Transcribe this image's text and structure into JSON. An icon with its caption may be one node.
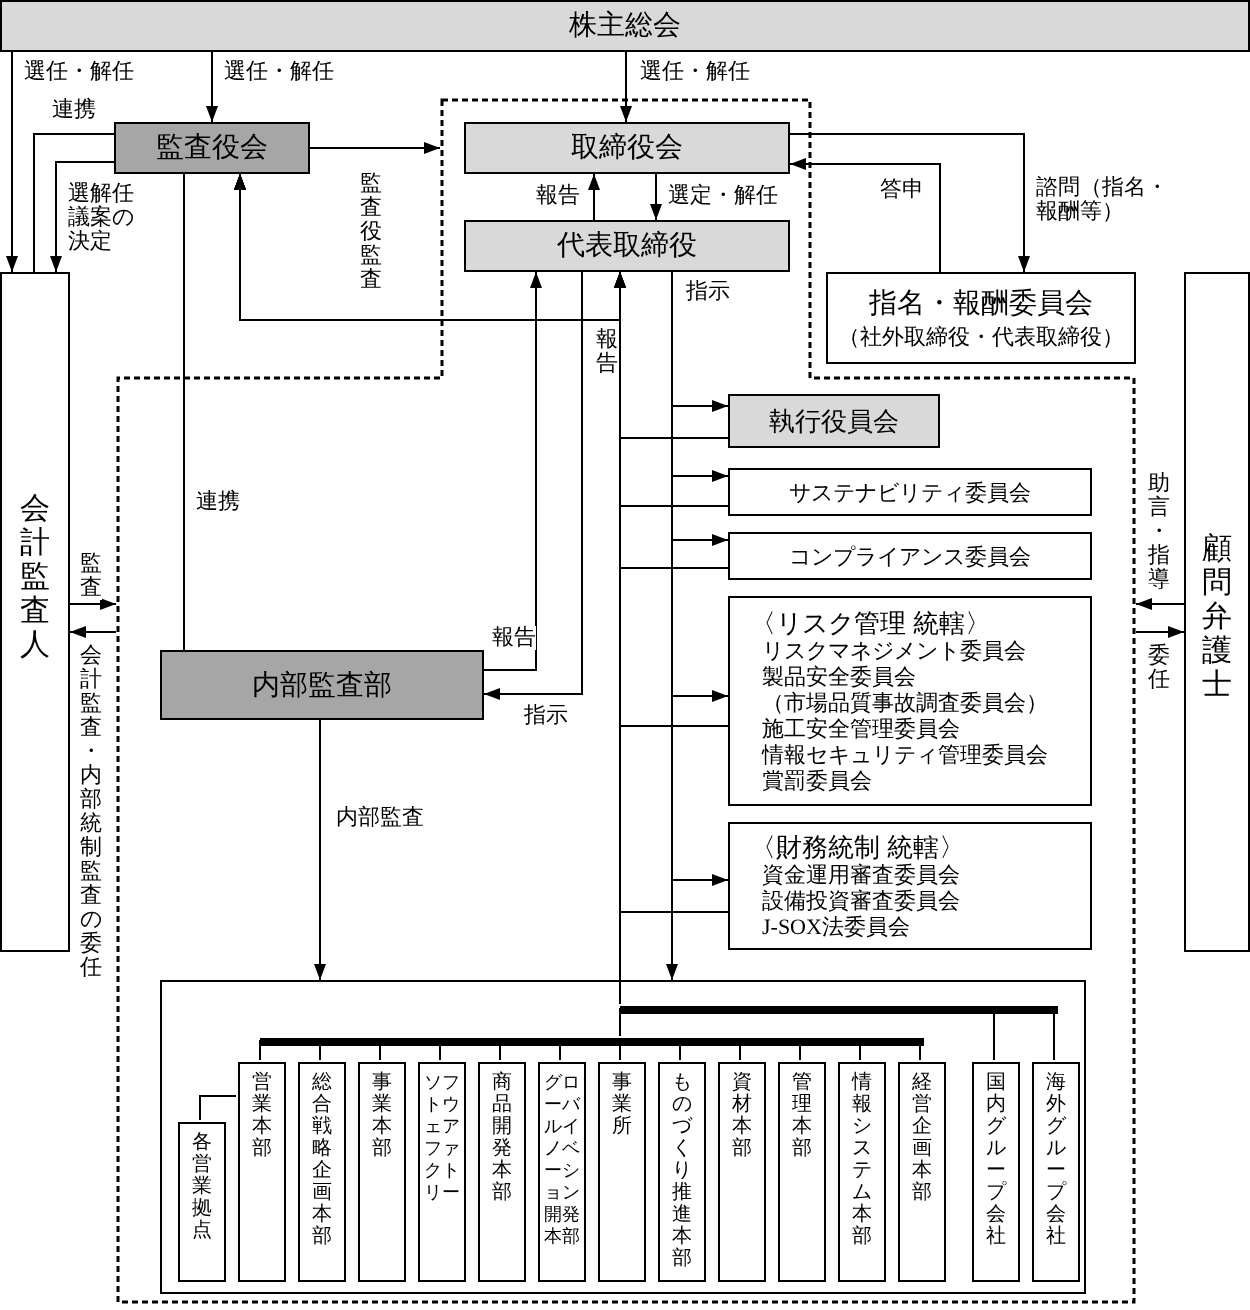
{
  "diagram": {
    "nodes": [
      {
        "text": [
          "株主総会"
        ]
      },
      {
        "text": [
          "監査役会"
        ]
      },
      {
        "text": [],
        "shape": "box"
      },
      {
        "text": [
          "取締役会"
        ],
        "in": 2
      },
      {
        "text": [
          "代表取締役"
        ],
        "in": 2
      },
      {
        "text": [
          "指名・報酬委員会",
          "（社外取締役・代表取締役）"
        ]
      },
      {
        "text": [
          "会計監査人"
        ]
      },
      {
        "text": [
          "顧問弁護士"
        ]
      },
      {
        "text": [
          "執行役員会"
        ],
        "in": 2
      },
      {
        "text": [
          "サステナビリティ委員会"
        ],
        "in": 2
      },
      {
        "text": [
          "コンプライアンス委員会"
        ],
        "in": 2
      },
      {
        "text": [
          "内部監査部"
        ],
        "in": 2
      },
      {
        "text": [
          "〈リスク管理 統轄〉",
          "リスクマネジメント委員会",
          "製品安全委員会",
          "（市場品質事故調査委員会）",
          "施工安全管理委員会",
          "情報セキュリティ管理委員会",
          "賞罰委員会"
        ],
        "in": 2
      },
      {
        "text": [
          "〈財務統制 統轄〉",
          "資金運用審査委員会",
          "設備投資審査委員会",
          "J-SOX法委員会"
        ],
        "in": 2
      },
      {
        "text": [],
        "shape": "box",
        "in": 2
      },
      {
        "text": [
          "各営業拠点"
        ],
        "in": 14
      },
      {
        "text": [
          "営業本部"
        ],
        "in": 14
      },
      {
        "text": [
          "総合戦略企画本部"
        ],
        "in": 14
      },
      {
        "text": [
          "事業本部"
        ],
        "in": 14
      },
      {
        "text": [
          "ソフトウェアファクトリー"
        ],
        "in": 14
      },
      {
        "text": [
          "商品開発本部"
        ],
        "in": 14
      },
      {
        "text": [
          "グローバルイノベーション開発本部"
        ],
        "in": 14
      },
      {
        "text": [
          "事業所"
        ],
        "in": 14
      },
      {
        "text": [
          "ものづくり推進本部"
        ],
        "in": 14
      },
      {
        "text": [
          "資材本部"
        ],
        "in": 14
      },
      {
        "text": [
          "管理本部"
        ],
        "in": 14
      },
      {
        "text": [
          "情報システム本部"
        ],
        "in": 14
      },
      {
        "text": [
          "経営企画本部"
        ],
        "in": 14
      },
      {
        "text": [
          "国内グループ会社"
        ],
        "in": 14
      },
      {
        "text": [
          "海外グループ会社"
        ],
        "in": 14
      },
      {
        "text": [],
        "shape": "bar",
        "in": 14
      },
      {
        "text": [],
        "shape": "bar",
        "in": 14
      }
    ],
    "edges": [
      {
        "from": 0,
        "to": 6,
        "arrow": "to",
        "label": "選任・解任"
      },
      {
        "from": 0,
        "to": 1,
        "arrow": "to",
        "label": "選任・解任"
      },
      {
        "from": 0,
        "to": 3,
        "arrow": "to",
        "label": "選任・解任"
      },
      {
        "from": 1,
        "to": 6,
        "arrow": "none",
        "label": "連携"
      },
      {
        "from": 1,
        "to": 6,
        "arrow": "to",
        "label": "選解任議案の決定"
      },
      {
        "from": 1,
        "to": 2,
        "arrow": "to",
        "label": "監査役監査"
      },
      {
        "from": 3,
        "to": 5,
        "arrow": "to",
        "label": "諮問（指名・報酬等）"
      },
      {
        "from": 5,
        "to": 3,
        "arrow": "to",
        "label": "答申"
      },
      {
        "from": 4,
        "to": 3,
        "arrow": "to",
        "label": "報告"
      },
      {
        "from": 3,
        "to": 4,
        "arrow": "to",
        "label": "選定・解任"
      },
      {
        "from": 4,
        "to": 8,
        "arrow": "to",
        "label": "指示"
      },
      {
        "from": 4,
        "to": 9,
        "arrow": "to"
      },
      {
        "from": 4,
        "to": 10,
        "arrow": "to"
      },
      {
        "from": 4,
        "to": 12,
        "arrow": "to"
      },
      {
        "from": 4,
        "to": 13,
        "arrow": "to"
      },
      {
        "from": 4,
        "to": 14,
        "arrow": "to"
      },
      {
        "from": 8,
        "to": 4,
        "arrow": "to",
        "label": "報告"
      },
      {
        "from": 9,
        "to": 4,
        "arrow": "to"
      },
      {
        "from": 10,
        "to": 4,
        "arrow": "to"
      },
      {
        "from": 12,
        "to": 4,
        "arrow": "to"
      },
      {
        "from": 13,
        "to": 4,
        "arrow": "to"
      },
      {
        "from": 30,
        "to": 4,
        "arrow": "to"
      },
      {
        "from": 8,
        "to": 1,
        "arrow": "to"
      },
      {
        "from": 9,
        "to": 1,
        "arrow": "to"
      },
      {
        "from": 10,
        "to": 1,
        "arrow": "to"
      },
      {
        "from": 12,
        "to": 1,
        "arrow": "to"
      },
      {
        "from": 13,
        "to": 1,
        "arrow": "to"
      },
      {
        "from": 30,
        "to": 1,
        "arrow": "to"
      },
      {
        "from": 11,
        "to": 4,
        "arrow": "to",
        "label": "報告"
      },
      {
        "from": 4,
        "to": 11,
        "arrow": "to",
        "label": "指示"
      },
      {
        "from": 11,
        "to": 1,
        "arrow": "none",
        "label": "連携"
      },
      {
        "from": 11,
        "to": 14,
        "arrow": "to",
        "label": "内部監査"
      },
      {
        "from": 6,
        "to": 2,
        "arrow": "to",
        "label": "監査"
      },
      {
        "from": 2,
        "to": 6,
        "arrow": "to",
        "label": "会計監査・内部統制監査の委任"
      },
      {
        "from": 7,
        "to": 2,
        "arrow": "to",
        "label": "助言・指導"
      },
      {
        "from": 2,
        "to": 7,
        "arrow": "to",
        "label": "委任"
      },
      {
        "from": 16,
        "to": 15,
        "arrow": "none"
      },
      {
        "from": 31,
        "to": 30,
        "arrow": "none"
      },
      {
        "from": 28,
        "to": 30,
        "arrow": "none"
      },
      {
        "from": 29,
        "to": 30,
        "arrow": "none"
      },
      {
        "from": 16,
        "to": 31,
        "arrow": "none"
      },
      {
        "from": 17,
        "to": 31,
        "arrow": "none"
      },
      {
        "from": 18,
        "to": 31,
        "arrow": "none"
      },
      {
        "from": 19,
        "to": 31,
        "arrow": "none"
      },
      {
        "from": 20,
        "to": 31,
        "arrow": "none"
      },
      {
        "from": 21,
        "to": 31,
        "arrow": "none"
      },
      {
        "from": 22,
        "to": 31,
        "arrow": "none"
      },
      {
        "from": 23,
        "to": 31,
        "arrow": "none"
      },
      {
        "from": 24,
        "to": 31,
        "arrow": "none"
      },
      {
        "from": 25,
        "to": 31,
        "arrow": "none"
      },
      {
        "from": 26,
        "to": 31,
        "arrow": "none"
      },
      {
        "from": 27,
        "to": 31,
        "arrow": "none"
      }
    ]
  }
}
